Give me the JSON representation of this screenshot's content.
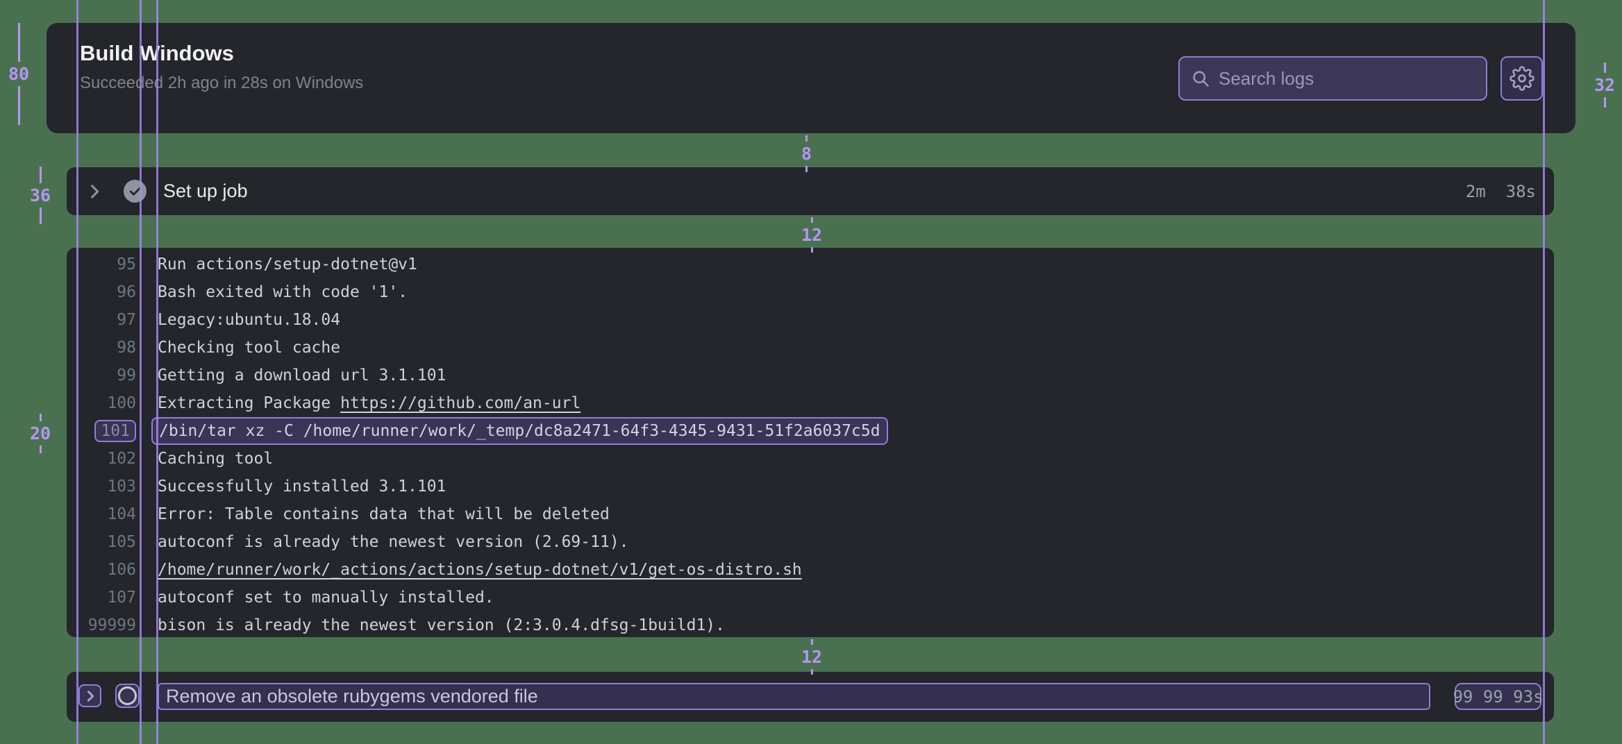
{
  "header": {
    "title": "Build Windows",
    "subtitle": "Succeeded 2h ago in 28s on Windows",
    "search_placeholder": "Search logs"
  },
  "steps": {
    "setup_job": {
      "label": "Set up job",
      "duration": "2m  38s"
    },
    "focused": {
      "label": "Remove an obsolete rubygems vendored file",
      "duration": "99 99 93s"
    }
  },
  "log": {
    "lines": [
      {
        "num": "95",
        "text": "Run actions/setup-dotnet@v1"
      },
      {
        "num": "96",
        "text": "Bash exited with code '1'."
      },
      {
        "num": "97",
        "text": "Legacy:ubuntu.18.04"
      },
      {
        "num": "98",
        "text": "Checking tool cache"
      },
      {
        "num": "99",
        "text": "Getting a download url 3.1.101"
      },
      {
        "num": "100",
        "prefix": "Extracting Package ",
        "link": "https://github.com/an-url"
      },
      {
        "num": "101",
        "text": "/bin/tar xz -C /home/runner/work/_temp/dc8a2471-64f3-4345-9431-51f2a6037c5d"
      },
      {
        "num": "102",
        "text": "Caching tool"
      },
      {
        "num": "103",
        "text": "Successfully installed 3.1.101"
      },
      {
        "num": "104",
        "text": "Error: Table contains data that will be deleted"
      },
      {
        "num": "105",
        "text": "autoconf is already the newest version (2.69-11)."
      },
      {
        "num": "106",
        "link": "/home/runner/work/_actions/actions/setup-dotnet/v1/get-os-distro.sh"
      },
      {
        "num": "107",
        "text": "autoconf set to manually installed."
      },
      {
        "num": "99999",
        "text": "bison is already the newest version (2:3.0.4.dfsg-1build1)."
      }
    ]
  },
  "annotations": {
    "header_height": "80",
    "row_height": "36",
    "line_height": "20",
    "gap_header_row": "8",
    "gap_row_log": "12",
    "gap_log_bottom": "12",
    "control_height": "32"
  },
  "colors": {
    "canvas": "#497150",
    "card": "#24262c",
    "focus_border": "#8c81d3",
    "focus_fill": "#3a3456",
    "guide": "#a78bfa",
    "annotation": "#b794f4",
    "success_gray": "#8f959e"
  }
}
